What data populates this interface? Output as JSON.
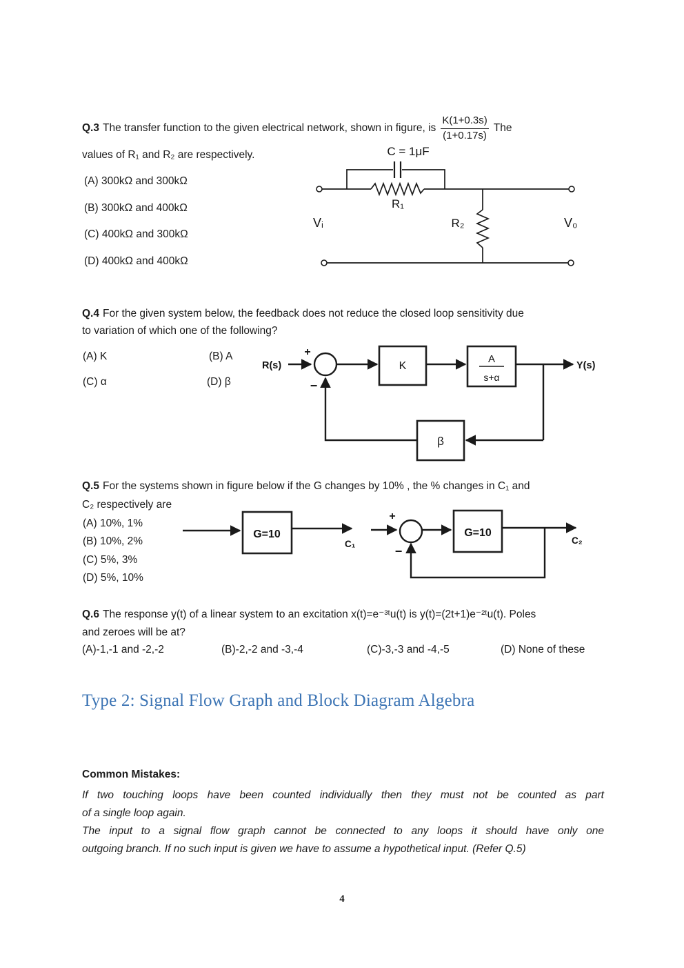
{
  "q3": {
    "label": "Q.3",
    "intro": "The transfer function to the given electrical network, shown in figure, is",
    "frac_num": "K(1+0.3s)",
    "frac_den": "(1+0.17s)",
    "after_frac": "The",
    "line2": "values of R₁ and R₂ are respectively.",
    "options": [
      "(A) 300kΩ and 300kΩ",
      "(B) 300kΩ and 400kΩ",
      "(C) 400kΩ and 300kΩ",
      "(D) 400kΩ and 400kΩ"
    ],
    "circuit": {
      "cap_label": "C = 1μF",
      "r1_label": "R₁",
      "r2_label": "R₂",
      "vin_label": "Vᵢ",
      "vout_label": "V₀"
    }
  },
  "q4": {
    "label": "Q.4",
    "line1": "For the given system below, the feedback does not reduce the closed loop sensitivity due",
    "line2": "to variation of which one of the following?",
    "options": [
      "(A) K",
      "(B) A",
      "(C) α",
      "(D) β"
    ],
    "diagram": {
      "input_label": "R(s)",
      "plus": "+",
      "minus": "−",
      "block_k": "K",
      "block2_num": "A",
      "block2_den": "s+α",
      "output_label": "Y(s)",
      "feedback_block": "β"
    }
  },
  "q5": {
    "label": "Q.5",
    "line1": "For the systems shown in figure below if the G changes by 10% , the % changes in C₁ and",
    "line2": "C₂ respectively are",
    "options": [
      "(A) 10%, 1%",
      "(B) 10%, 2%",
      "(C) 5%, 3%",
      "(D) 5%, 10%"
    ],
    "diagram": {
      "open_loop_block": "G=10",
      "open_loop_output": "C₁",
      "closed_loop_block": "G=10",
      "closed_loop_output": "C₂",
      "plus": "+",
      "minus": "−"
    }
  },
  "q6": {
    "label": "Q.6",
    "line1": "The response y(t) of a linear system to an excitation x(t)=e⁻³ᵗu(t) is y(t)=(2t+1)e⁻²ᵗu(t). Poles",
    "line2": "and zeroes will be at?",
    "options": [
      "(A)-1,-1 and -2,-2",
      "(B)-2,-2 and -3,-4",
      "(C)-3,-3 and -4,-5",
      "(D) None of these"
    ]
  },
  "section": {
    "heading": "Type 2: Signal Flow Graph and Block Diagram Algebra",
    "heading_color": "#3c74b4"
  },
  "mistakes": {
    "title": "Common Mistakes:",
    "lines": [
      "If two touching loops have been counted individually then they must not be counted as part",
      "of a single loop again.",
      "The input to a signal flow graph cannot be connected to any loops it should have only one",
      "outgoing branch. If no such input is given we have to assume a hypothetical input. (Refer Q.5)"
    ]
  },
  "footer": {
    "page_number": "4"
  }
}
